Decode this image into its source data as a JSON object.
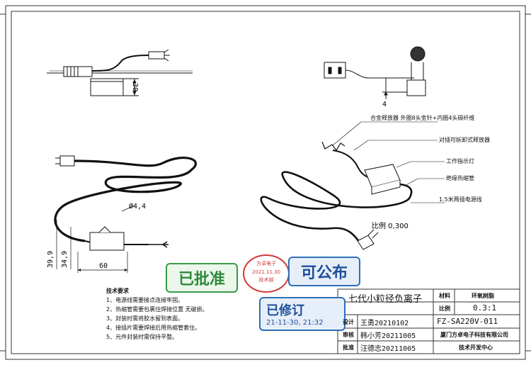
{
  "dimensions": {
    "top_height": "30",
    "right_height": "4",
    "cord_diameter": "Ø4,4",
    "plug_height_a": "39,9",
    "plug_height_b": "34,9",
    "length": "60",
    "scale_note": "比例 0,300"
  },
  "callouts": [
    "合金释放器  外圈8头金针+内圈4头碳纤维",
    "对插可拆卸式释放器",
    "工作指示灯",
    "绝缘热缩管",
    "1.5米两插电源线"
  ],
  "tech_requirements": {
    "heading": "技术要求",
    "items": [
      "1、电源线需要接点连接牢固。",
      "2、热缩管需要包裹住焊接位置  无破损。",
      "3、封装时需将胶水留到表面。",
      "4、接插片需要焊接后用热缩管套住。",
      "5、元件封装时需保持平整。"
    ]
  },
  "stamps": {
    "approved": "已批准",
    "published": "可公布",
    "seal_line1": "方卓电子",
    "seal_date": "2021.11.30",
    "seal_line2": "技术部",
    "revised": "已修订",
    "revised_date": "21-11-30, 21:32"
  },
  "title_block": {
    "product_name": "七代小粒径负离子",
    "material_label": "材料",
    "material_value": "环氧树脂",
    "scale_label": "比例",
    "scale_value": "0.3:1",
    "design_label": "设计",
    "design_value": "王勇20210102",
    "review_label": "审核",
    "review_value": "韩小芳20211005",
    "approve_label": "批准",
    "approve_value": "汪德志20211005",
    "part_number": "FZ-SA220V-011",
    "company": "厦门方卓电子科技有限公司",
    "department": "技术开发中心"
  }
}
